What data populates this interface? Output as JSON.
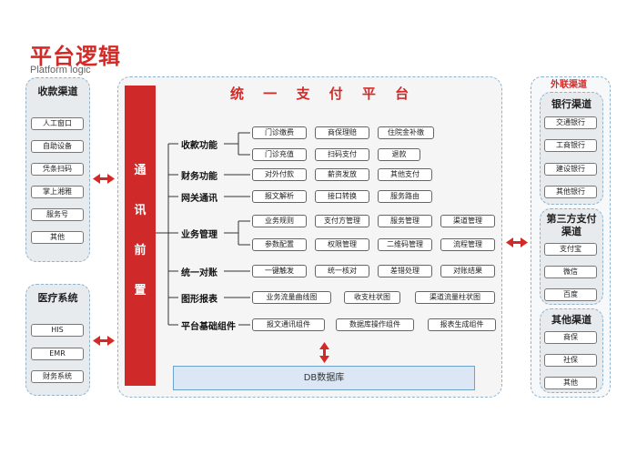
{
  "header": {
    "title": "平台逻辑",
    "subtitle": "Platform logic"
  },
  "left": {
    "collect": {
      "title": "收款渠道",
      "items": [
        "人工窗口",
        "自助设备",
        "凭条扫码",
        "掌上湘雅",
        "服务号",
        "其他"
      ]
    },
    "medical": {
      "title": "医疗系统",
      "items": [
        "HIS",
        "EMR",
        "财务系统"
      ]
    }
  },
  "center": {
    "title": "统 一 支 付 平 台",
    "front": [
      "通",
      "讯",
      "前",
      "置"
    ],
    "categories": [
      {
        "label": "收款功能",
        "rows": [
          [
            "门诊缴费",
            "商保理赔",
            "住院金补缴"
          ],
          [
            "门诊充值",
            "扫码支付",
            "退款"
          ]
        ]
      },
      {
        "label": "财务功能",
        "rows": [
          [
            "对外付款",
            "薪资发放",
            "其他支付"
          ]
        ]
      },
      {
        "label": "网关通讯",
        "rows": [
          [
            "报文解析",
            "接口转换",
            "服务路由"
          ]
        ]
      },
      {
        "label": "业务管理",
        "rows": [
          [
            "业务规则",
            "支付方管理",
            "服务管理",
            "渠道管理"
          ],
          [
            "参数配置",
            "权限管理",
            "二维码管理",
            "流程管理"
          ]
        ]
      },
      {
        "label": "统一对账",
        "rows": [
          [
            "一键触发",
            "统一核对",
            "差错处理",
            "对账结果"
          ]
        ]
      },
      {
        "label": "图形报表",
        "rows": [
          [
            "业务流量曲线图",
            "收支柱状图",
            "渠道流量柱状图"
          ]
        ]
      },
      {
        "label": "平台基础组件",
        "rows": [
          [
            "报文通讯组件",
            "数据库操作组件",
            "报表生成组件"
          ]
        ]
      }
    ],
    "db": "DB数据库"
  },
  "right": {
    "title": "外联渠道",
    "bank": {
      "title": "银行渠道",
      "items": [
        "交通银行",
        "工商银行",
        "建设银行",
        "其他银行"
      ]
    },
    "third": {
      "title": "第三方支付渠道",
      "items": [
        "支付宝",
        "微信",
        "百度"
      ]
    },
    "other": {
      "title": "其他渠道",
      "items": [
        "商保",
        "社保",
        "其他"
      ]
    }
  },
  "colors": {
    "accent": "#d42a27",
    "arrow": "#d42a27",
    "panel_border": "#8fb3cf",
    "db_fill": "#dbe7f5"
  }
}
